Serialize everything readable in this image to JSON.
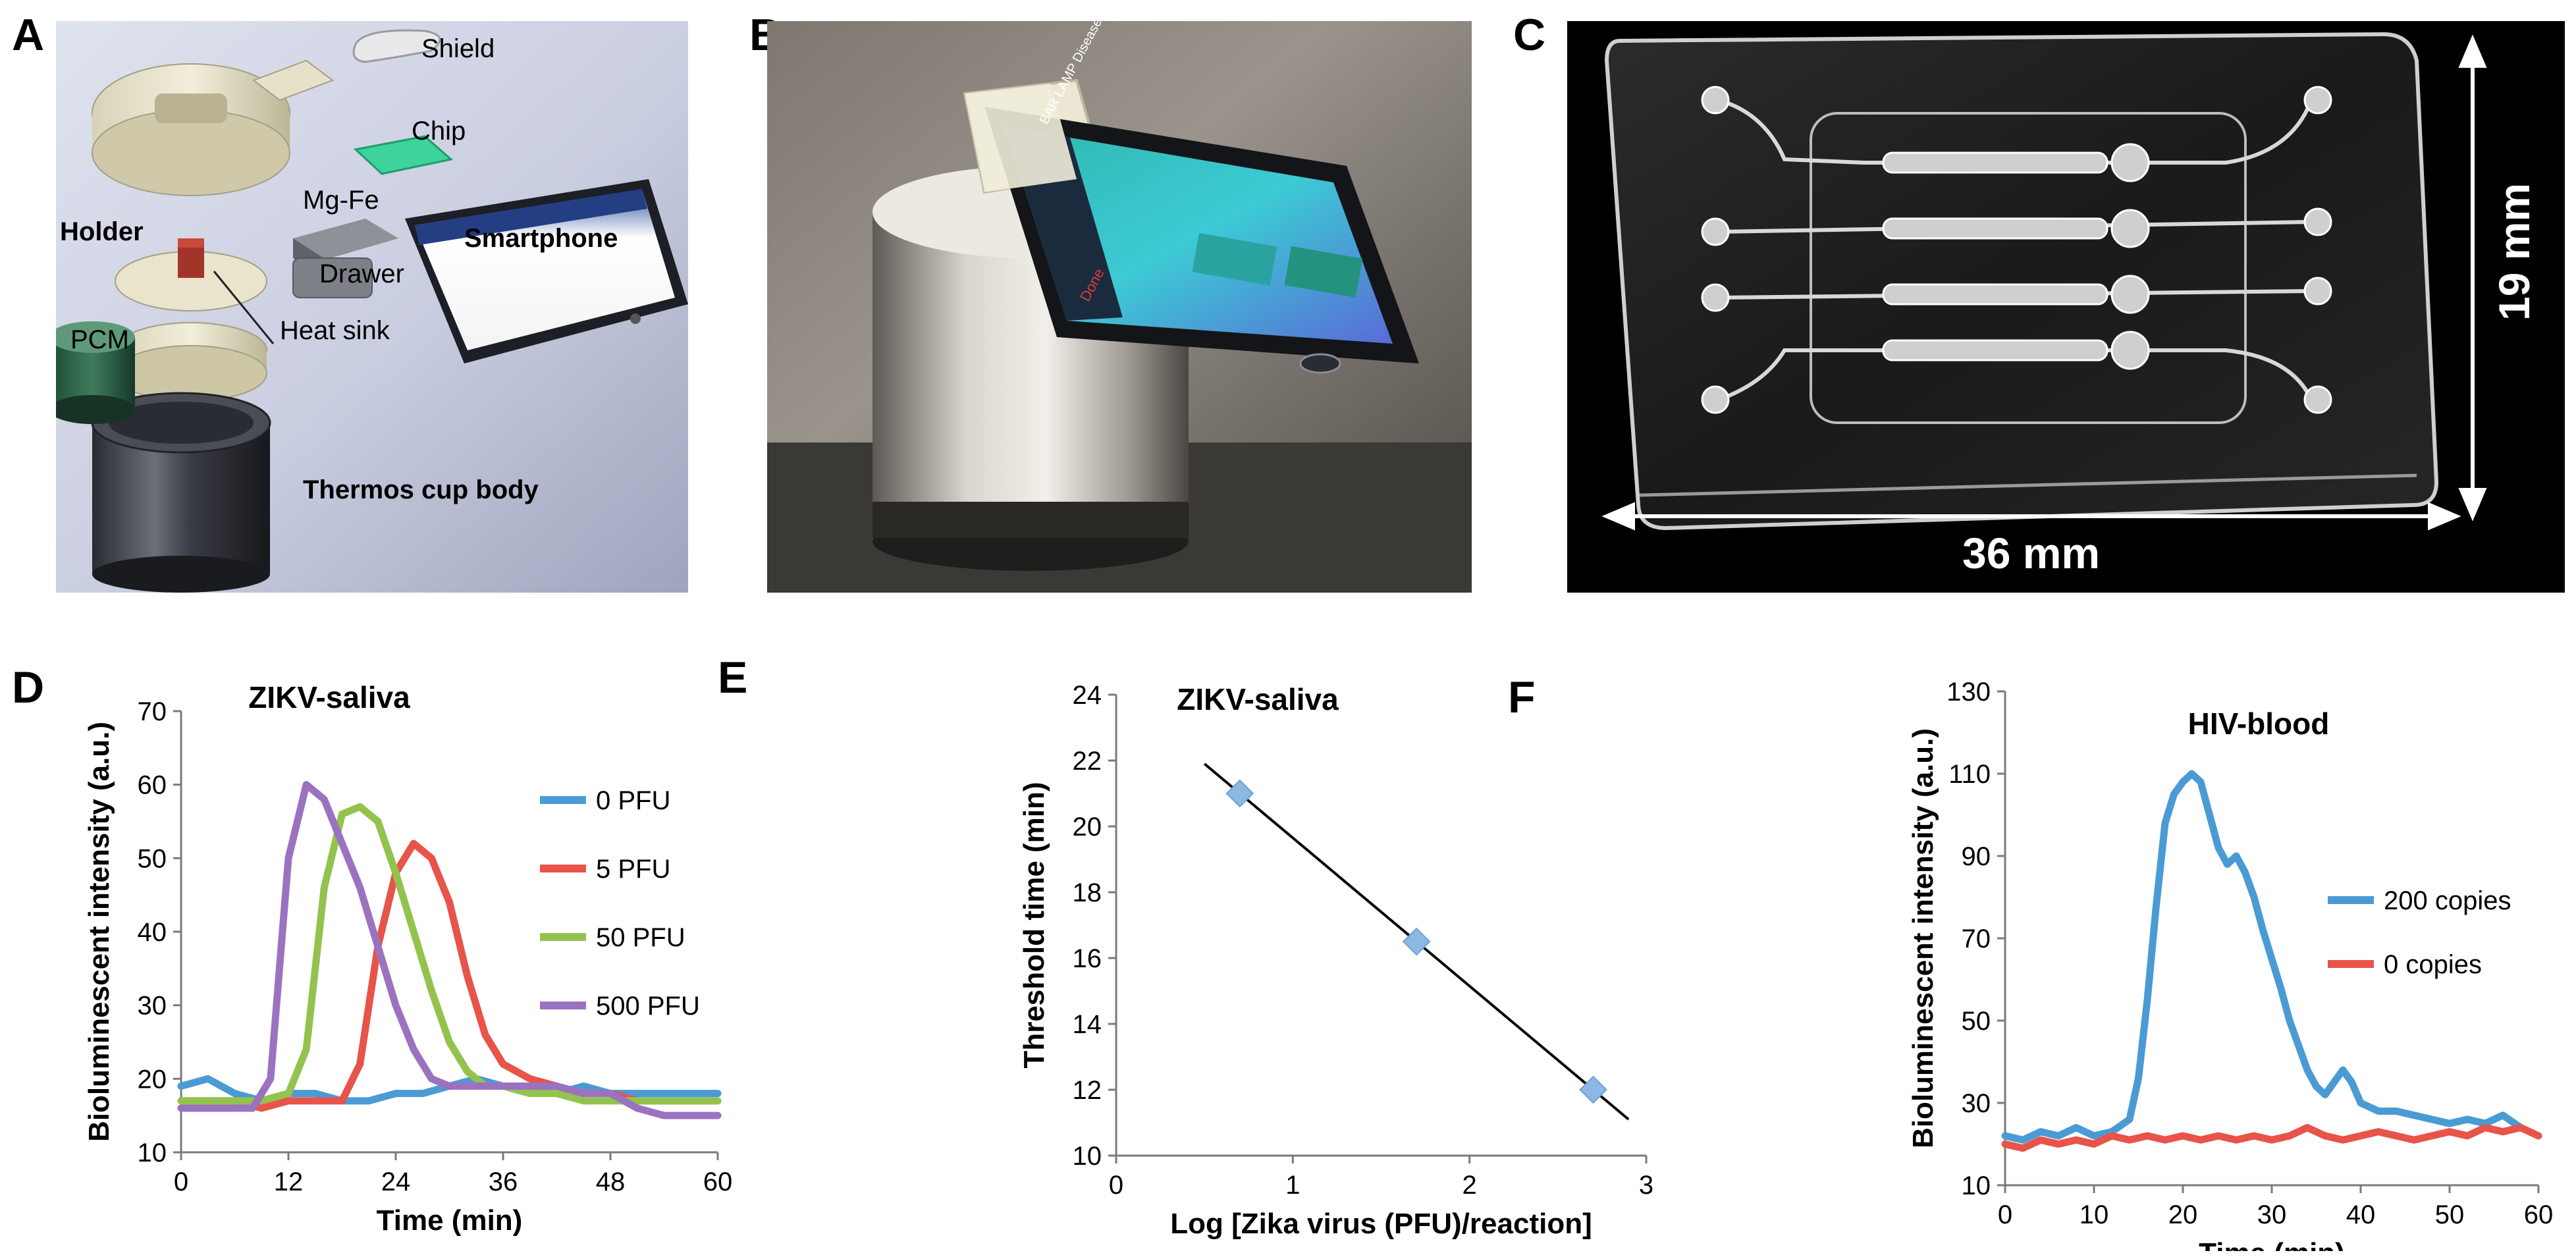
{
  "figure": {
    "panels": {
      "A": "A",
      "B": "B",
      "C": "C",
      "D": "D",
      "E": "E",
      "F": "F"
    }
  },
  "panel_a": {
    "labels": {
      "shield": "Shield",
      "chip": "Chip",
      "mgfe": "Mg-Fe",
      "holder": "Holder",
      "drawer": "Drawer",
      "smartphone": "Smartphone",
      "heat_sink": "Heat sink",
      "pcm": "PCM",
      "cup_body": "Thermos cup body"
    }
  },
  "panel_b": {
    "screen_title": "BAR LAMP Disease Diagnostics",
    "screen_button": "Done"
  },
  "panel_c": {
    "width_label": "36 mm",
    "height_label": "19 mm"
  },
  "colors": {
    "blue": "#4A9BD4",
    "red": "#E8534A",
    "green": "#93C34E",
    "purple": "#9B72C0",
    "marker": "#8DB8E3",
    "line": "#000000"
  },
  "chart_data": [
    {
      "id": "D",
      "type": "line",
      "title": "ZIKV-saliva",
      "xlabel": "Time (min)",
      "ylabel": "Bioluminescent intensity (a.u.)",
      "xlim": [
        0,
        60
      ],
      "ylim": [
        10,
        70
      ],
      "xticks": [
        0,
        12,
        24,
        36,
        48,
        60
      ],
      "yticks": [
        10,
        20,
        30,
        40,
        50,
        60,
        70
      ],
      "legend_position": "right",
      "series": [
        {
          "name": "0 PFU",
          "color": "#4A9BD4",
          "x": [
            0,
            3,
            6,
            9,
            12,
            15,
            18,
            21,
            24,
            27,
            30,
            33,
            36,
            39,
            42,
            45,
            48,
            51,
            54,
            57,
            60
          ],
          "y": [
            19,
            20,
            18,
            17,
            18,
            18,
            17,
            17,
            18,
            18,
            19,
            20,
            19,
            19,
            18,
            19,
            18,
            18,
            18,
            18,
            18
          ]
        },
        {
          "name": "5 PFU",
          "color": "#E8534A",
          "x": [
            0,
            3,
            6,
            9,
            12,
            15,
            18,
            20,
            22,
            24,
            26,
            28,
            30,
            32,
            34,
            36,
            39,
            42,
            45,
            48,
            51,
            54,
            57,
            60
          ],
          "y": [
            17,
            17,
            17,
            16,
            17,
            17,
            17,
            22,
            38,
            48,
            52,
            50,
            44,
            34,
            26,
            22,
            20,
            19,
            18,
            18,
            17,
            17,
            17,
            17
          ]
        },
        {
          "name": "50 PFU",
          "color": "#93C34E",
          "x": [
            0,
            3,
            6,
            9,
            12,
            14,
            16,
            18,
            20,
            22,
            24,
            26,
            28,
            30,
            32,
            34,
            36,
            39,
            42,
            45,
            48,
            51,
            54,
            57,
            60
          ],
          "y": [
            17,
            17,
            17,
            17,
            18,
            24,
            46,
            56,
            57,
            55,
            48,
            40,
            32,
            25,
            21,
            19,
            19,
            18,
            18,
            17,
            17,
            17,
            17,
            17,
            17
          ]
        },
        {
          "name": "500 PFU",
          "color": "#9B72C0",
          "x": [
            0,
            3,
            6,
            8,
            10,
            12,
            14,
            16,
            18,
            20,
            22,
            24,
            26,
            28,
            30,
            32,
            34,
            36,
            39,
            42,
            45,
            48,
            51,
            54,
            57,
            60
          ],
          "y": [
            16,
            16,
            16,
            16,
            20,
            50,
            60,
            58,
            52,
            46,
            38,
            30,
            24,
            20,
            19,
            19,
            19,
            19,
            19,
            19,
            18,
            18,
            16,
            15,
            15,
            15
          ]
        }
      ]
    },
    {
      "id": "E",
      "type": "scatter",
      "title": "ZIKV-saliva",
      "xlabel": "Log [Zika virus (PFU)/reaction]",
      "ylabel": "Threshold time (min)",
      "xlim": [
        0,
        3
      ],
      "ylim": [
        10,
        24
      ],
      "xticks": [
        0,
        1,
        2,
        3
      ],
      "yticks": [
        10,
        12,
        14,
        16,
        18,
        20,
        22,
        24
      ],
      "points": {
        "x": [
          0.7,
          1.7,
          2.7
        ],
        "y": [
          21.0,
          16.5,
          12.0
        ]
      },
      "trendline": {
        "x": [
          0.5,
          2.9
        ],
        "y": [
          21.9,
          11.1
        ]
      }
    },
    {
      "id": "F",
      "type": "line",
      "title": "HIV-blood",
      "xlabel": "Time (min)",
      "ylabel": "Bioluminescent intensity (a.u.)",
      "xlim": [
        0,
        60
      ],
      "ylim": [
        10,
        130
      ],
      "xticks": [
        0,
        10,
        20,
        30,
        40,
        50,
        60
      ],
      "yticks": [
        10,
        30,
        50,
        70,
        90,
        110,
        130
      ],
      "legend_position": "right",
      "series": [
        {
          "name": "200 copies",
          "color": "#4A9BD4",
          "x": [
            0,
            2,
            4,
            6,
            8,
            10,
            12,
            14,
            15,
            16,
            17,
            18,
            19,
            20,
            21,
            22,
            23,
            24,
            25,
            26,
            27,
            28,
            29,
            30,
            31,
            32,
            33,
            34,
            35,
            36,
            37,
            38,
            39,
            40,
            42,
            44,
            46,
            48,
            50,
            52,
            54,
            56,
            58,
            60
          ],
          "y": [
            22,
            21,
            23,
            22,
            24,
            22,
            23,
            26,
            36,
            55,
            78,
            98,
            105,
            108,
            110,
            108,
            100,
            92,
            88,
            90,
            86,
            80,
            72,
            65,
            58,
            50,
            44,
            38,
            34,
            32,
            35,
            38,
            35,
            30,
            28,
            28,
            27,
            26,
            25,
            26,
            25,
            27,
            24,
            22
          ]
        },
        {
          "name": "0 copies",
          "color": "#E8534A",
          "x": [
            0,
            2,
            4,
            6,
            8,
            10,
            12,
            14,
            16,
            18,
            20,
            22,
            24,
            26,
            28,
            30,
            32,
            34,
            36,
            38,
            40,
            42,
            44,
            46,
            48,
            50,
            52,
            54,
            56,
            58,
            60
          ],
          "y": [
            20,
            19,
            21,
            20,
            21,
            20,
            22,
            21,
            22,
            21,
            22,
            21,
            22,
            21,
            22,
            21,
            22,
            24,
            22,
            21,
            22,
            23,
            22,
            21,
            22,
            23,
            22,
            24,
            23,
            24,
            22
          ]
        }
      ]
    }
  ]
}
